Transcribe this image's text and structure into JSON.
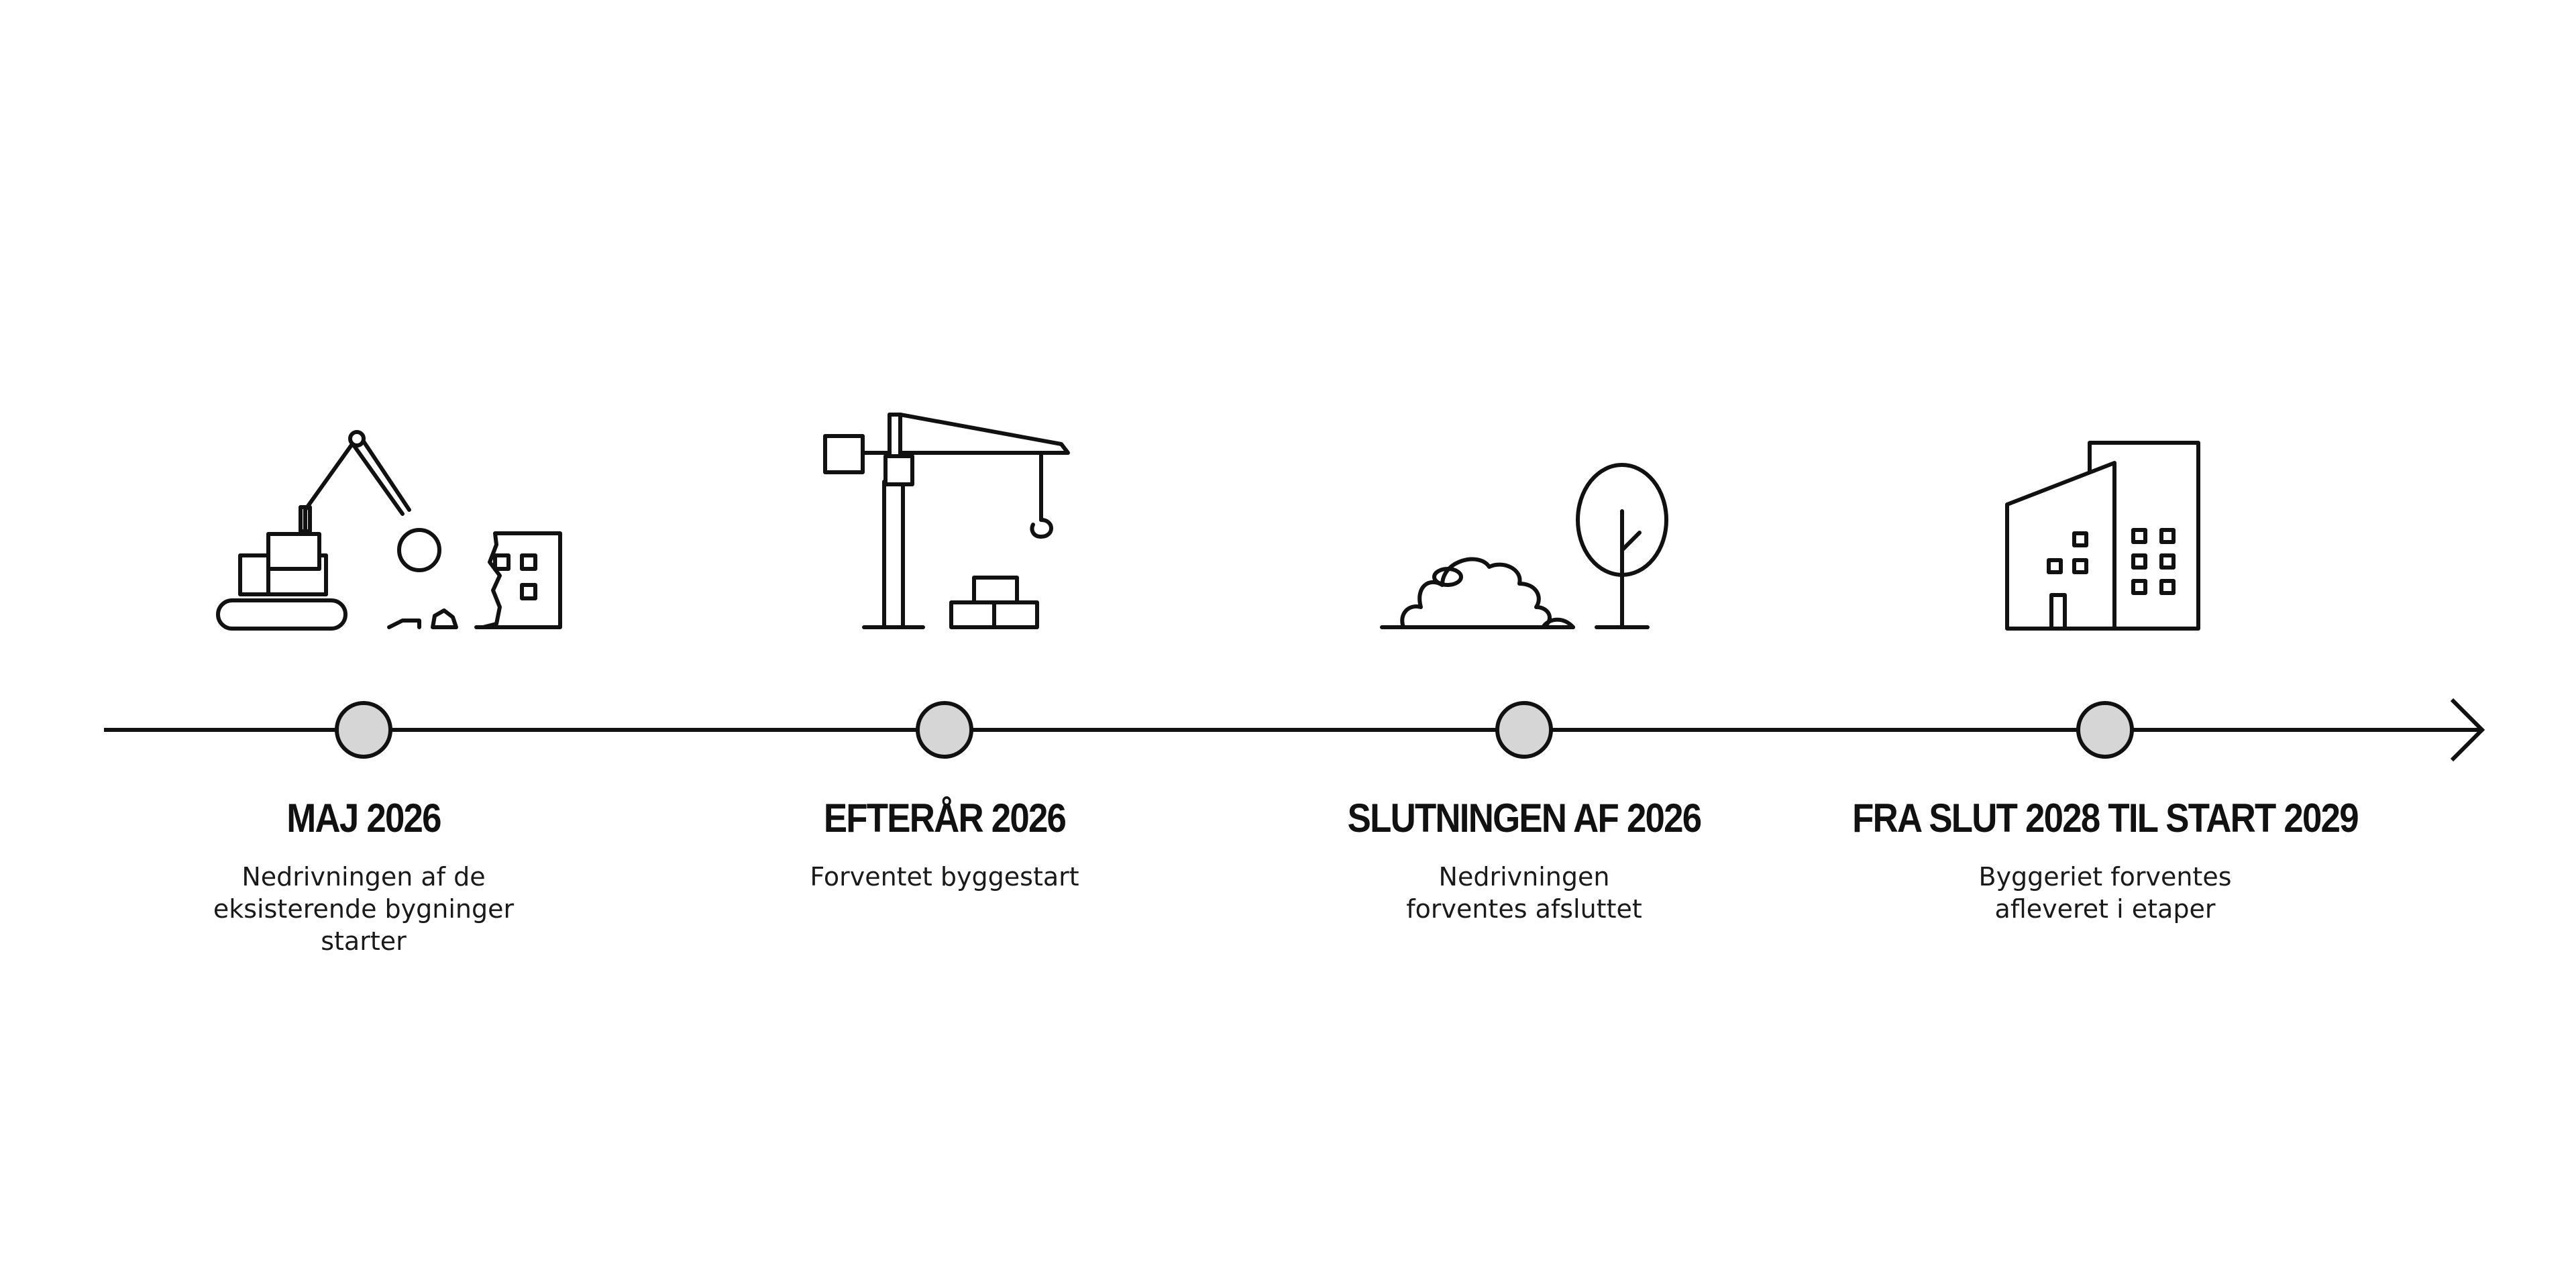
{
  "colors": {
    "line": "#111111",
    "marker_fill": "#d6d6d6",
    "marker_stroke": "#111111",
    "background": "#ffffff"
  },
  "milestones": [
    {
      "title": "MAJ 2026",
      "description": "Nedrivningen af de\neksisterende bygninger\nstarter",
      "icon": "excavator-demolition-icon"
    },
    {
      "title": "EFTERÅR 2026",
      "description": "Forventet byggestart",
      "icon": "tower-crane-icon"
    },
    {
      "title": "SLUTNINGEN AF 2026",
      "description": "Nedrivningen\nforventes afsluttet",
      "icon": "bush-and-tree-icon"
    },
    {
      "title": "FRA SLUT 2028 TIL START 2029",
      "description": "Byggeriet forventes\nafleveret i etaper",
      "icon": "finished-buildings-icon"
    }
  ]
}
